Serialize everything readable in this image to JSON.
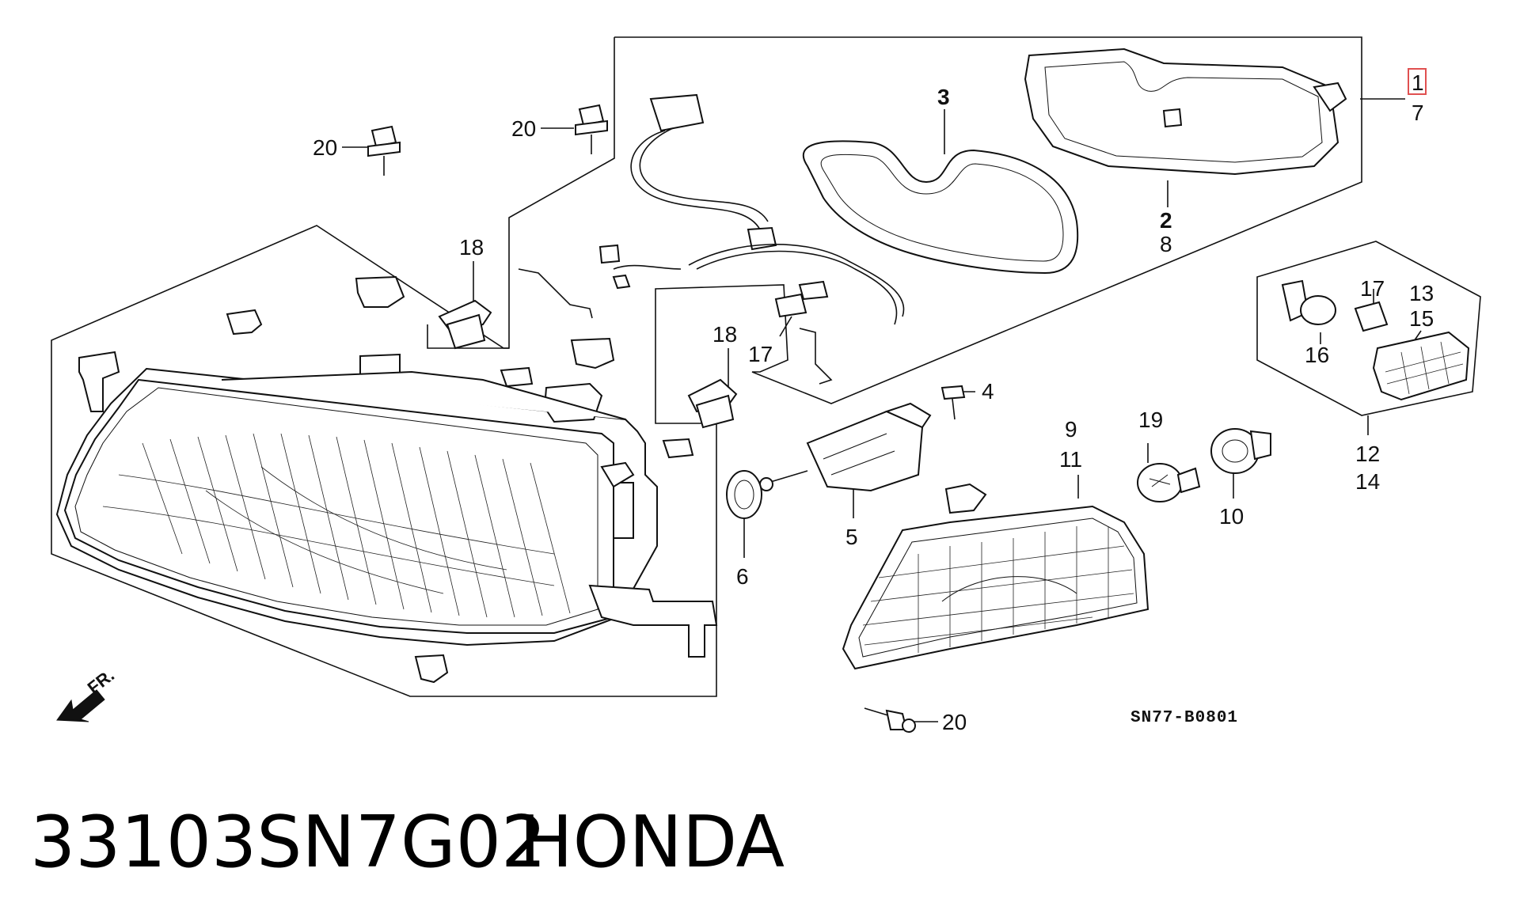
{
  "callouts": {
    "c20a": "20",
    "c20b": "20",
    "c20c": "20",
    "c3": "3",
    "c1": "1",
    "c7": "7",
    "c2": "2",
    "c8": "8",
    "c18a": "18",
    "c18b": "18",
    "c17a": "17",
    "c17b": "17",
    "c13": "13",
    "c15": "15",
    "c16": "16",
    "c4": "4",
    "c9": "9",
    "c11": "11",
    "c19": "19",
    "c5": "5",
    "c6": "6",
    "c10": "10",
    "c12": "12",
    "c14": "14"
  },
  "diagram_code": "SN77-B0801",
  "direction_label": "FR.",
  "part_number": "33103SN7G02",
  "brand": "HONDA",
  "colors": {
    "highlight_box": "#e05050",
    "ink": "#111111"
  }
}
